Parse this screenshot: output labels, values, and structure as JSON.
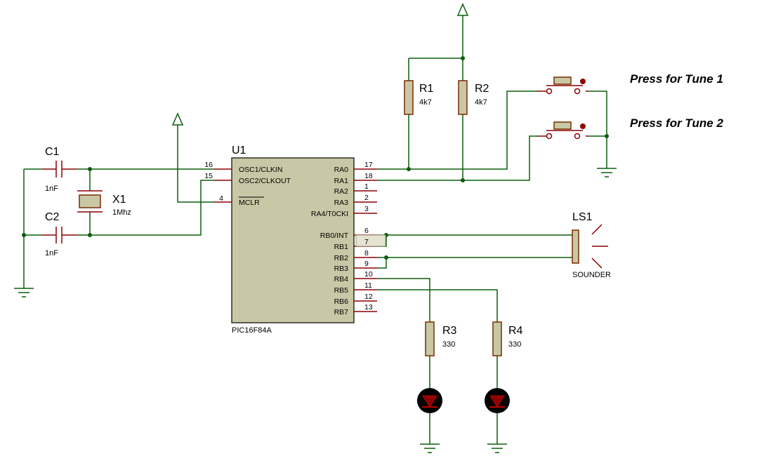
{
  "colors": {
    "wire": "#0b5e0b",
    "pin": "#8b0000",
    "body": "#c8c8a6",
    "led": "#8b0000"
  },
  "mcu": {
    "ref": "U1",
    "part": "PIC16F84A",
    "left_pins": [
      {
        "num": "16",
        "label": "OSC1/CLKIN"
      },
      {
        "num": "15",
        "label": "OSC2/CLKOUT"
      },
      {
        "num": "4",
        "label": "MCLR"
      }
    ],
    "right_pins": [
      {
        "num": "17",
        "label": "RA0"
      },
      {
        "num": "18",
        "label": "RA1"
      },
      {
        "num": "1",
        "label": "RA2"
      },
      {
        "num": "2",
        "label": "RA3"
      },
      {
        "num": "3",
        "label": "RA4/T0CKI"
      },
      {
        "num": "6",
        "label": "RB0/INT"
      },
      {
        "num": "7",
        "label": "RB1"
      },
      {
        "num": "8",
        "label": "RB2"
      },
      {
        "num": "9",
        "label": "RB3"
      },
      {
        "num": "10",
        "label": "RB4"
      },
      {
        "num": "11",
        "label": "RB5"
      },
      {
        "num": "12",
        "label": "RB6"
      },
      {
        "num": "13",
        "label": "RB7"
      }
    ]
  },
  "components": {
    "c1": {
      "ref": "C1",
      "value": "1nF"
    },
    "c2": {
      "ref": "C2",
      "value": "1nF"
    },
    "x1": {
      "ref": "X1",
      "value": "1Mhz"
    },
    "r1": {
      "ref": "R1",
      "value": "4k7"
    },
    "r2": {
      "ref": "R2",
      "value": "4k7"
    },
    "r3": {
      "ref": "R3",
      "value": "330"
    },
    "r4": {
      "ref": "R4",
      "value": "330"
    },
    "ls1": {
      "ref": "LS1",
      "value": "SOUNDER"
    }
  },
  "notes": {
    "tune1": "Press for Tune 1",
    "tune2": "Press for Tune 2"
  }
}
